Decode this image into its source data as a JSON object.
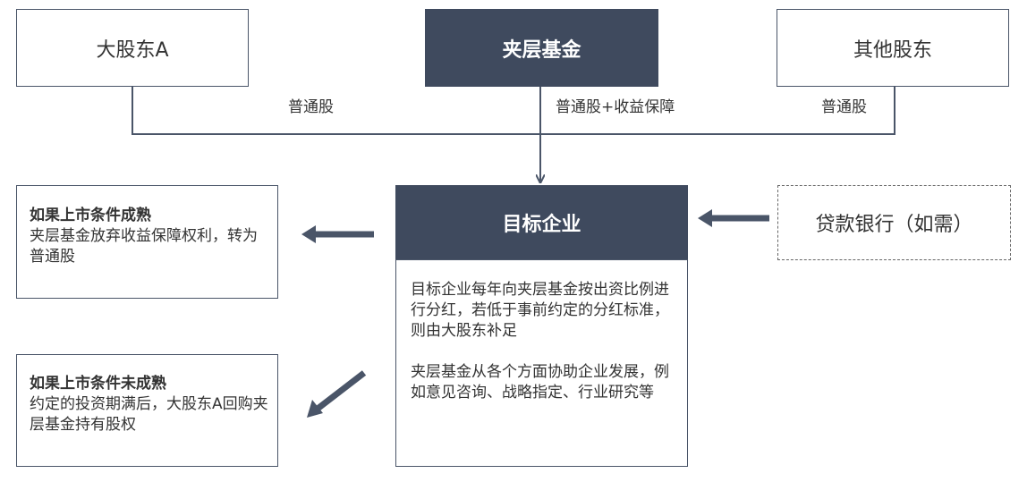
{
  "nodes": {
    "shareholder_a": "大股东A",
    "mezzanine_fund": "夹层基金",
    "other_shareholders": "其他股东",
    "target_company": "目标企业",
    "lender_bank": "贷款银行（如需）"
  },
  "edge_labels": {
    "a_to_target": "普通股",
    "fund_to_target": "普通股+收益保障",
    "other_to_target": "普通股"
  },
  "outcomes": {
    "ipo_ready": {
      "heading": "如果上市条件成熟",
      "body": "夹层基金放弃收益保障权利，转为普通股"
    },
    "ipo_not_ready": {
      "heading": "如果上市条件未成熟",
      "body": "约定的投资期满后，大股东A回购夹层基金持有股权"
    }
  },
  "target_details": {
    "dividend": "目标企业每年向夹层基金按出资比例进行分红，若低于事前约定的分红标准，则由大股东补足",
    "support": "夹层基金从各个方面协助企业发展，例如意见咨询、战略指定、行业研究等"
  },
  "colors": {
    "dark_box": "#3f4a5e",
    "line": "#4a5568",
    "arrow": "#4a5568"
  }
}
